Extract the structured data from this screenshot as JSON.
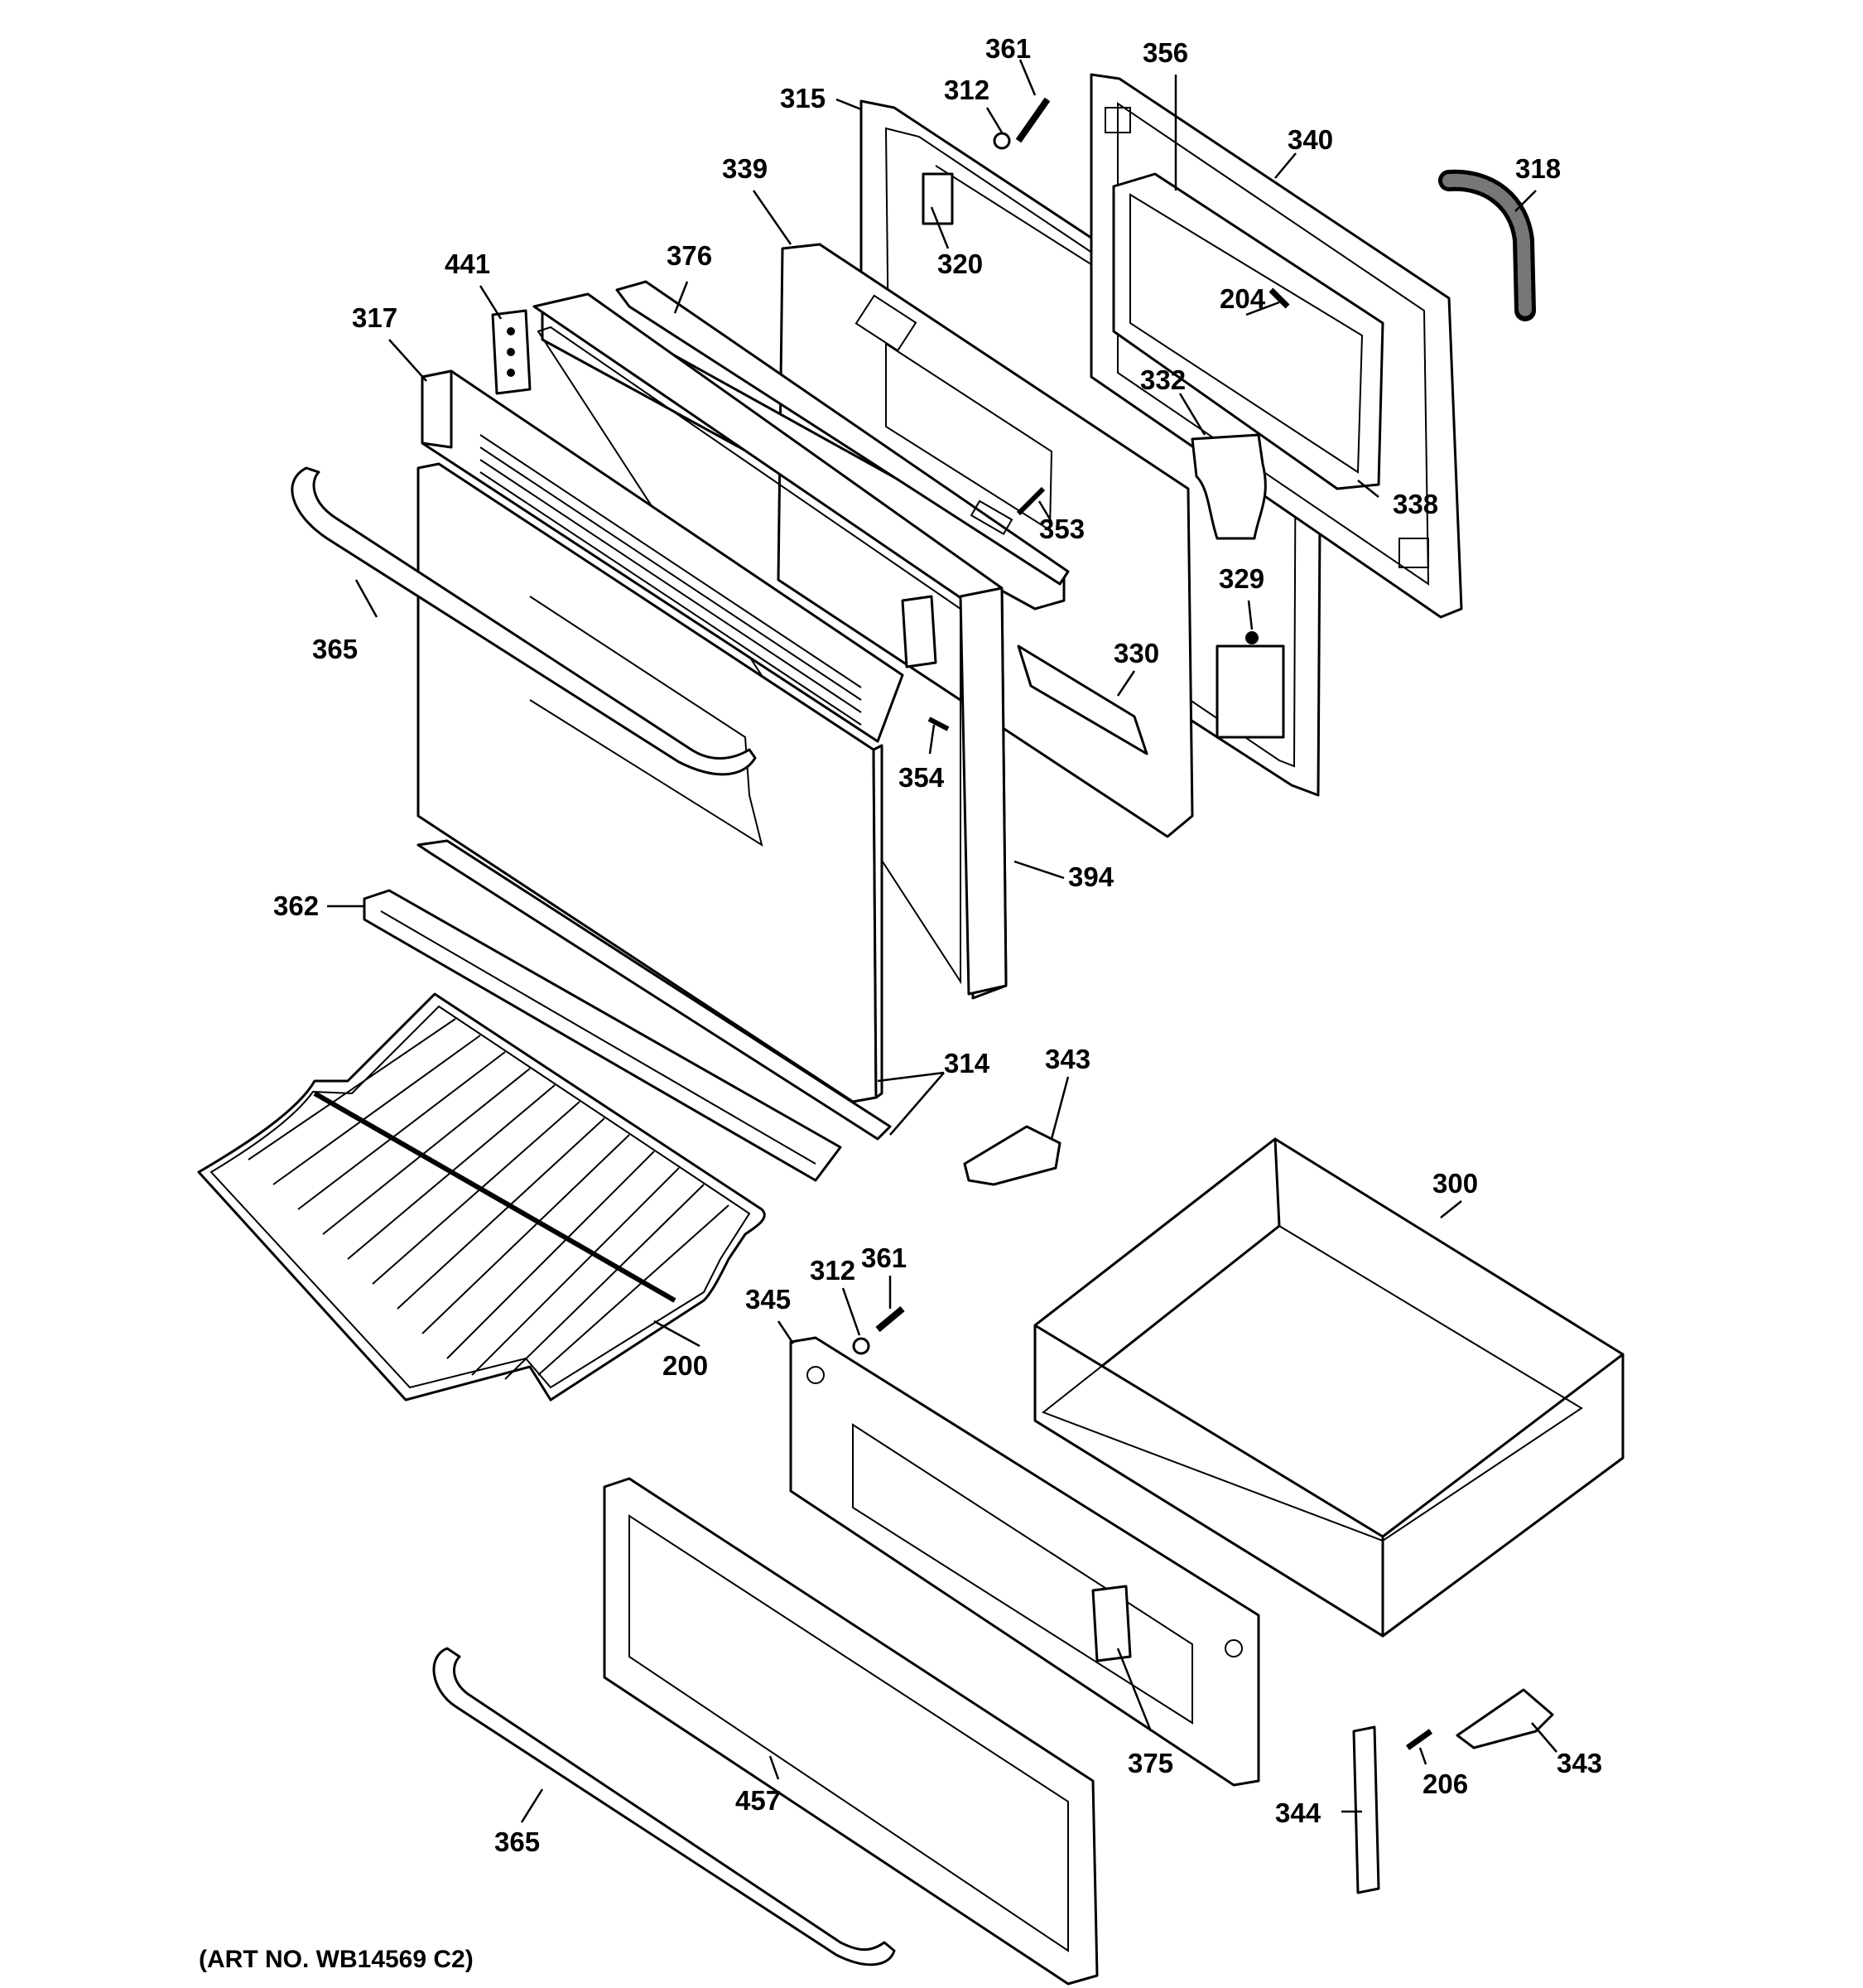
{
  "callouts": {
    "c361a": "361",
    "c356": "356",
    "c312a": "312",
    "c315": "315",
    "c340": "340",
    "c318": "318",
    "c339": "339",
    "c320": "320",
    "c204": "204",
    "c441": "441",
    "c376": "376",
    "c317": "317",
    "c332": "332",
    "c338": "338",
    "c353": "353",
    "c329": "329",
    "c365a": "365",
    "c330": "330",
    "c354": "354",
    "c394": "394",
    "c362": "362",
    "c314": "314",
    "c343a": "343",
    "c300": "300",
    "c361b": "361",
    "c312b": "312",
    "c345": "345",
    "c200": "200",
    "c375": "375",
    "c343b": "343",
    "c206": "206",
    "c344": "344",
    "c457": "457",
    "c365b": "365"
  },
  "art_number": "(ART NO. WB14569 C2)"
}
